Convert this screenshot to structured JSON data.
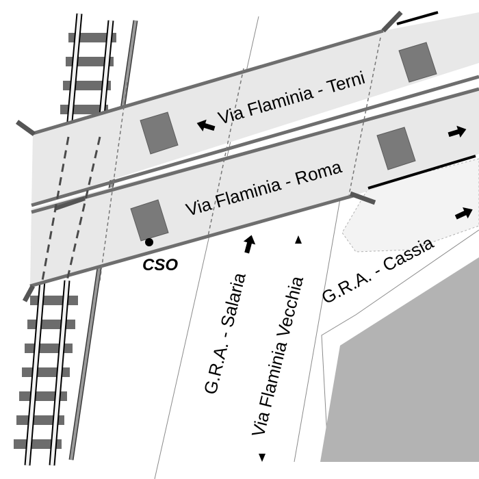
{
  "roads": {
    "terni": "Via Flaminia - Terni",
    "roma": "Via Flaminia - Roma",
    "salaria": "G.R.A. - Salaria",
    "flaminia_vecchia": "Via Flaminia Vecchia",
    "cassia": "G.R.A. - Cassia"
  },
  "markers": {
    "cso": "CSO"
  },
  "colors": {
    "deck": "#e8e8e8",
    "deck_edge": "#6e6e6e",
    "vehicle": "#7a7a7a",
    "building": "#b3b3b3",
    "track": "#707070",
    "arrow": "#000000"
  },
  "icons": {
    "direction_arrow": "direction-arrow-icon",
    "cso_point": "cso-point-icon"
  }
}
